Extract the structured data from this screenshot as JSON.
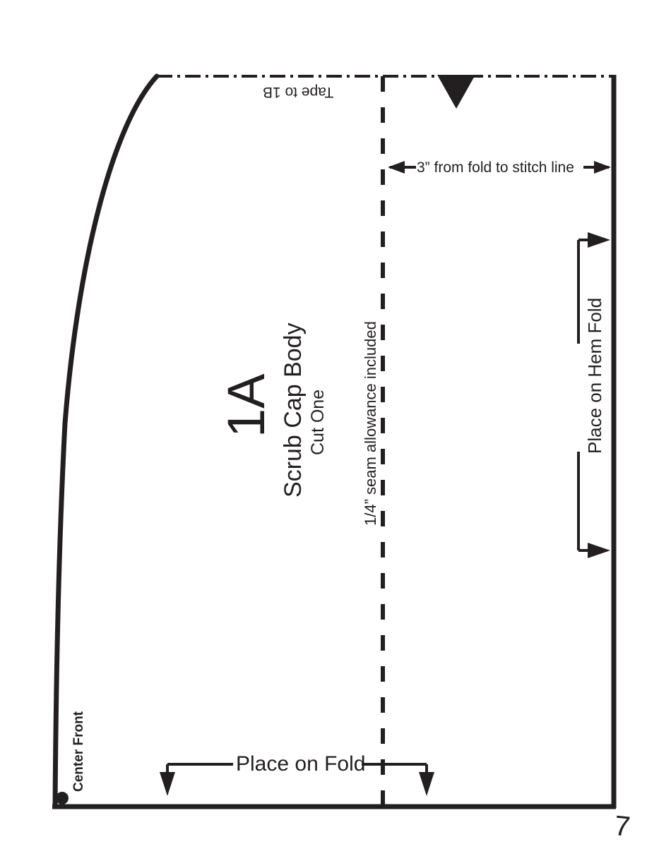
{
  "document": {
    "type": "sewing-pattern-sheet",
    "page_number": "7",
    "background_color": "#ffffff",
    "ink_color": "#231f20"
  },
  "pattern_piece": {
    "code": "1A",
    "name": "Scrub Cap Body",
    "cut_quantity": "Cut One",
    "seam_allowance_note": "1/4” seam allowance included"
  },
  "annotations": {
    "tape_to": "Tape to 1B",
    "stitch_distance": "3” from fold to stitch line",
    "hem_fold": "Place on Hem Fold",
    "place_on_fold": "Place on Fold",
    "center_front": "Center Front"
  },
  "markers": {
    "notch_triangle": "notch-triangle-marker",
    "center_front_dot": "center-front-dot-marker"
  },
  "lines": {
    "cut_edge_style": "solid",
    "tape_edge_style": "dash-dot",
    "stitch_line_style": "dashed",
    "cut_edge_color": "#231f20",
    "stitch_line_color": "#231f20"
  }
}
